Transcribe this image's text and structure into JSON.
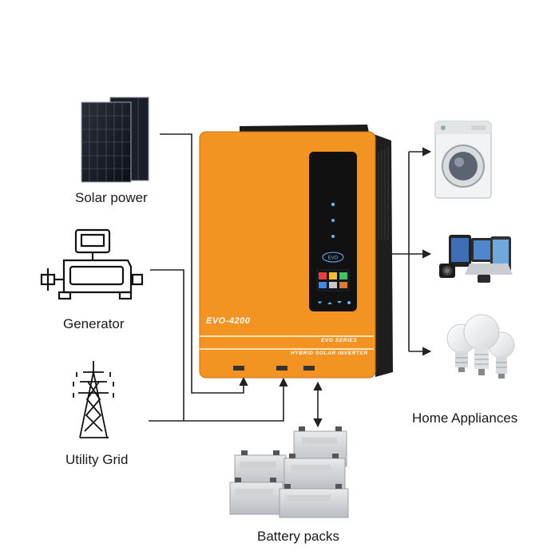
{
  "inverter": {
    "model": "EVO-4200",
    "series": "EVO SERIES",
    "type_line": "HYBRID SOLAR INVERTER",
    "logo": "EVO",
    "body_color": "#f39322",
    "panel_color": "#111111"
  },
  "sources": [
    {
      "label": "Solar power",
      "icon": "solar-panel-icon"
    },
    {
      "label": "Generator",
      "icon": "generator-icon"
    },
    {
      "label": "Utility Grid",
      "icon": "transmission-tower-icon"
    }
  ],
  "outputs": {
    "label": "Home Appliances",
    "items": [
      {
        "icon": "washing-machine-icon"
      },
      {
        "icon": "electronics-devices-icon"
      },
      {
        "icon": "light-bulbs-icon"
      }
    ]
  },
  "storage": {
    "label": "Battery packs",
    "icon": "battery-pack-icon"
  },
  "colors": {
    "line": "#222222",
    "accent": "#f39322"
  }
}
